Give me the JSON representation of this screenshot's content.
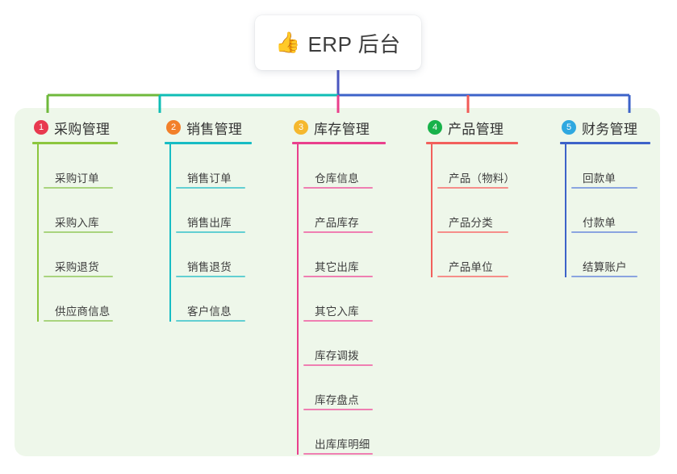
{
  "root": {
    "icon": "thumbs-up-icon",
    "icon_glyph": "👍",
    "title": "ERP 后台"
  },
  "palette": {
    "panel_bg": "#eef7ea",
    "page_bg": "#ffffff",
    "root_trunk": "#4a56c0",
    "spine_trunk": "#4a56c0"
  },
  "columns": [
    {
      "number": "1",
      "title": "采购管理",
      "badge_color": "#e8394f",
      "line_color": "#8cc63e",
      "item_line_color": "#a9d47e",
      "connector_color": "#6fb93c",
      "items": [
        {
          "label": "采购订单"
        },
        {
          "label": "采购入库"
        },
        {
          "label": "采购退货"
        },
        {
          "label": "供应商信息"
        }
      ]
    },
    {
      "number": "2",
      "title": "销售管理",
      "badge_color": "#f2802a",
      "line_color": "#17bcc4",
      "item_line_color": "#62cfd2",
      "connector_color": "#0fbdb5",
      "items": [
        {
          "label": "销售订单"
        },
        {
          "label": "销售出库"
        },
        {
          "label": "销售退货"
        },
        {
          "label": "客户信息"
        }
      ]
    },
    {
      "number": "3",
      "title": "库存管理",
      "badge_color": "#f5b82e",
      "line_color": "#e9408d",
      "item_line_color": "#ef7fb2",
      "connector_color": "#ea3f8c",
      "items": [
        {
          "label": "仓库信息"
        },
        {
          "label": "产品库存"
        },
        {
          "label": "其它出库"
        },
        {
          "label": "其它入库"
        },
        {
          "label": "库存调拨"
        },
        {
          "label": "库存盘点"
        },
        {
          "label": "出库库明细"
        }
      ]
    },
    {
      "number": "4",
      "title": "产品管理",
      "badge_color": "#18b24a",
      "line_color": "#f2605c",
      "item_line_color": "#f68e8a",
      "connector_color": "#f15b57",
      "items": [
        {
          "label": "产品（物料）"
        },
        {
          "label": "产品分类"
        },
        {
          "label": "产品单位"
        }
      ]
    },
    {
      "number": "5",
      "title": "财务管理",
      "badge_color": "#2fa8e0",
      "line_color": "#3d63c9",
      "item_line_color": "#8aa4e0",
      "connector_color": "#3d63c9",
      "items": [
        {
          "label": "回款单"
        },
        {
          "label": "付款单"
        },
        {
          "label": "结算账户"
        }
      ]
    }
  ]
}
